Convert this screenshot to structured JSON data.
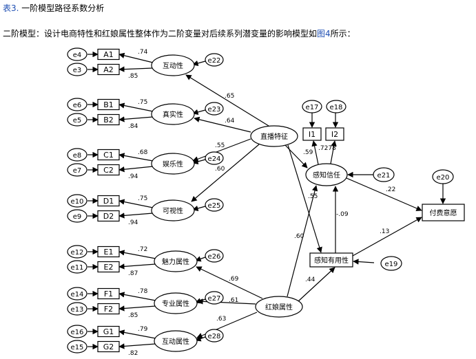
{
  "caption": {
    "prefix": "表3.",
    "text": "一阶模型路径系数分析"
  },
  "intro": {
    "before": "二阶模型：设计电商特性和红娘属性整体作为二阶变量对后续系列潜变量的影响模型如",
    "ref": "图4",
    "after": "所示："
  },
  "diagram": {
    "latents": [
      {
        "id": "hd",
        "label": "互动性"
      },
      {
        "id": "zs",
        "label": "真实性"
      },
      {
        "id": "yl",
        "label": "娱乐性"
      },
      {
        "id": "ks",
        "label": "可视性"
      },
      {
        "id": "ml",
        "label": "魅力属性"
      },
      {
        "id": "zy",
        "label": "专业属性"
      },
      {
        "id": "hd2",
        "label": "互动属性"
      },
      {
        "id": "zb",
        "label": "直播特征"
      },
      {
        "id": "hn",
        "label": "红娘属性"
      },
      {
        "id": "xr",
        "label": "感知信任"
      }
    ],
    "boxes": [
      {
        "id": "A1",
        "label": "A1"
      },
      {
        "id": "A2",
        "label": "A2"
      },
      {
        "id": "B1",
        "label": "B1"
      },
      {
        "id": "B2",
        "label": "B2"
      },
      {
        "id": "C1",
        "label": "C1"
      },
      {
        "id": "C2",
        "label": "C2"
      },
      {
        "id": "D1",
        "label": "D1"
      },
      {
        "id": "D2",
        "label": "D2"
      },
      {
        "id": "E1",
        "label": "E1"
      },
      {
        "id": "E2",
        "label": "E2"
      },
      {
        "id": "F1",
        "label": "F1"
      },
      {
        "id": "F2",
        "label": "F2"
      },
      {
        "id": "G1",
        "label": "G1"
      },
      {
        "id": "G2",
        "label": "G2"
      },
      {
        "id": "I1",
        "label": "I1"
      },
      {
        "id": "I2",
        "label": "I2"
      },
      {
        "id": "yy",
        "label": "感知有用性"
      },
      {
        "id": "ff",
        "label": "付费意愿"
      }
    ],
    "errors": [
      "e4",
      "e3",
      "e6",
      "e5",
      "e8",
      "e7",
      "e10",
      "e9",
      "e12",
      "e11",
      "e14",
      "e13",
      "e16",
      "e15",
      "e22",
      "e23",
      "e24",
      "e25",
      "e26",
      "e27",
      "e28",
      "e17",
      "e18",
      "e21",
      "e19",
      "e20"
    ],
    "coefficients": {
      "A1": ".74",
      "A2": ".85",
      "B1": ".75",
      "B2": ".84",
      "C1": ".68",
      "C2": ".94",
      "D1": ".75",
      "D2": ".94",
      "E1": ".72",
      "E2": ".87",
      "F1": ".78",
      "F2": ".85",
      "G1": ".79",
      "G2": ".82",
      "zb_hd": ".65",
      "zb_zs": ".64",
      "zb_yl": ".55",
      "zb_ks": ".60",
      "hn_ml": ".69",
      "hn_zy": ".61",
      "hn_hd2": ".63",
      "zb_xr": ".59",
      "zb_yy": ".55",
      "hn_xr": ".60",
      "hn_yy": ".44",
      "yy_xr": "-.09",
      "xr_ff": ".22",
      "yy_ff": ".13",
      "I_loads": ".7278"
    }
  }
}
